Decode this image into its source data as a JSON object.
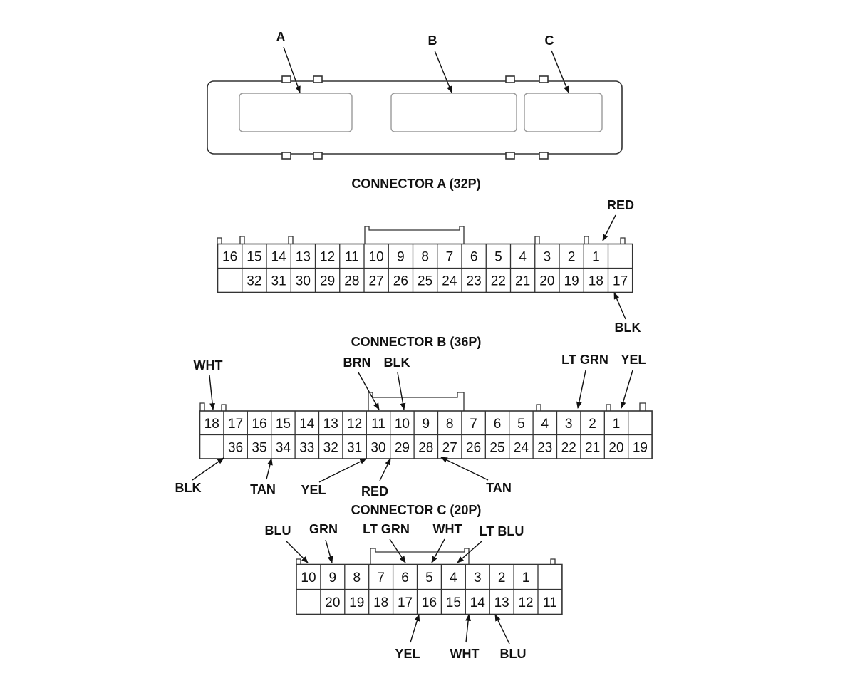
{
  "header": {
    "labels": [
      {
        "id": "A",
        "text": "A"
      },
      {
        "id": "B",
        "text": "B"
      },
      {
        "id": "C",
        "text": "C"
      }
    ]
  },
  "connector_a": {
    "title": "CONNECTOR A (32P)",
    "top_row": [
      "16",
      "15",
      "14",
      "13",
      "12",
      "11",
      "10",
      "9",
      "8",
      "7",
      "6",
      "5",
      "4",
      "3",
      "2",
      "1",
      ""
    ],
    "bottom_row": [
      "",
      "32",
      "31",
      "30",
      "29",
      "28",
      "27",
      "26",
      "25",
      "24",
      "23",
      "22",
      "21",
      "20",
      "19",
      "18",
      "17"
    ],
    "wires": [
      {
        "text": "RED",
        "pin": "1"
      },
      {
        "text": "BLK",
        "pin": "17"
      }
    ]
  },
  "connector_b": {
    "title": "CONNECTOR B (36P)",
    "top_row": [
      "18",
      "17",
      "16",
      "15",
      "14",
      "13",
      "12",
      "11",
      "10",
      "9",
      "8",
      "7",
      "6",
      "5",
      "4",
      "3",
      "2",
      "1",
      ""
    ],
    "bottom_row": [
      "",
      "36",
      "35",
      "34",
      "33",
      "32",
      "31",
      "30",
      "29",
      "28",
      "27",
      "26",
      "25",
      "24",
      "23",
      "22",
      "21",
      "20",
      "19"
    ],
    "wires": [
      {
        "text": "WHT",
        "pin": "18"
      },
      {
        "text": "BRN",
        "pin": "11"
      },
      {
        "text": "BLK",
        "pin": "10"
      },
      {
        "text": "LT GRN",
        "pin": "3"
      },
      {
        "text": "YEL",
        "pin": "1"
      },
      {
        "text": "BLK",
        "pin": "36"
      },
      {
        "text": "TAN",
        "pin": "34"
      },
      {
        "text": "YEL",
        "pin": "30"
      },
      {
        "text": "RED",
        "pin": "29"
      },
      {
        "text": "TAN",
        "pin": "27"
      }
    ]
  },
  "connector_c": {
    "title": "CONNECTOR C (20P)",
    "top_row": [
      "10",
      "9",
      "8",
      "7",
      "6",
      "5",
      "4",
      "3",
      "2",
      "1",
      ""
    ],
    "bottom_row": [
      "",
      "20",
      "19",
      "18",
      "17",
      "16",
      "15",
      "14",
      "13",
      "12",
      "11"
    ],
    "wires": [
      {
        "text": "BLU",
        "pin": "10"
      },
      {
        "text": "GRN",
        "pin": "9"
      },
      {
        "text": "LT GRN",
        "pin": "6"
      },
      {
        "text": "WHT",
        "pin": "5"
      },
      {
        "text": "LT BLU",
        "pin": "4"
      },
      {
        "text": "YEL",
        "pin": "16"
      },
      {
        "text": "WHT",
        "pin": "14"
      },
      {
        "text": "BLU",
        "pin": "13"
      }
    ]
  }
}
